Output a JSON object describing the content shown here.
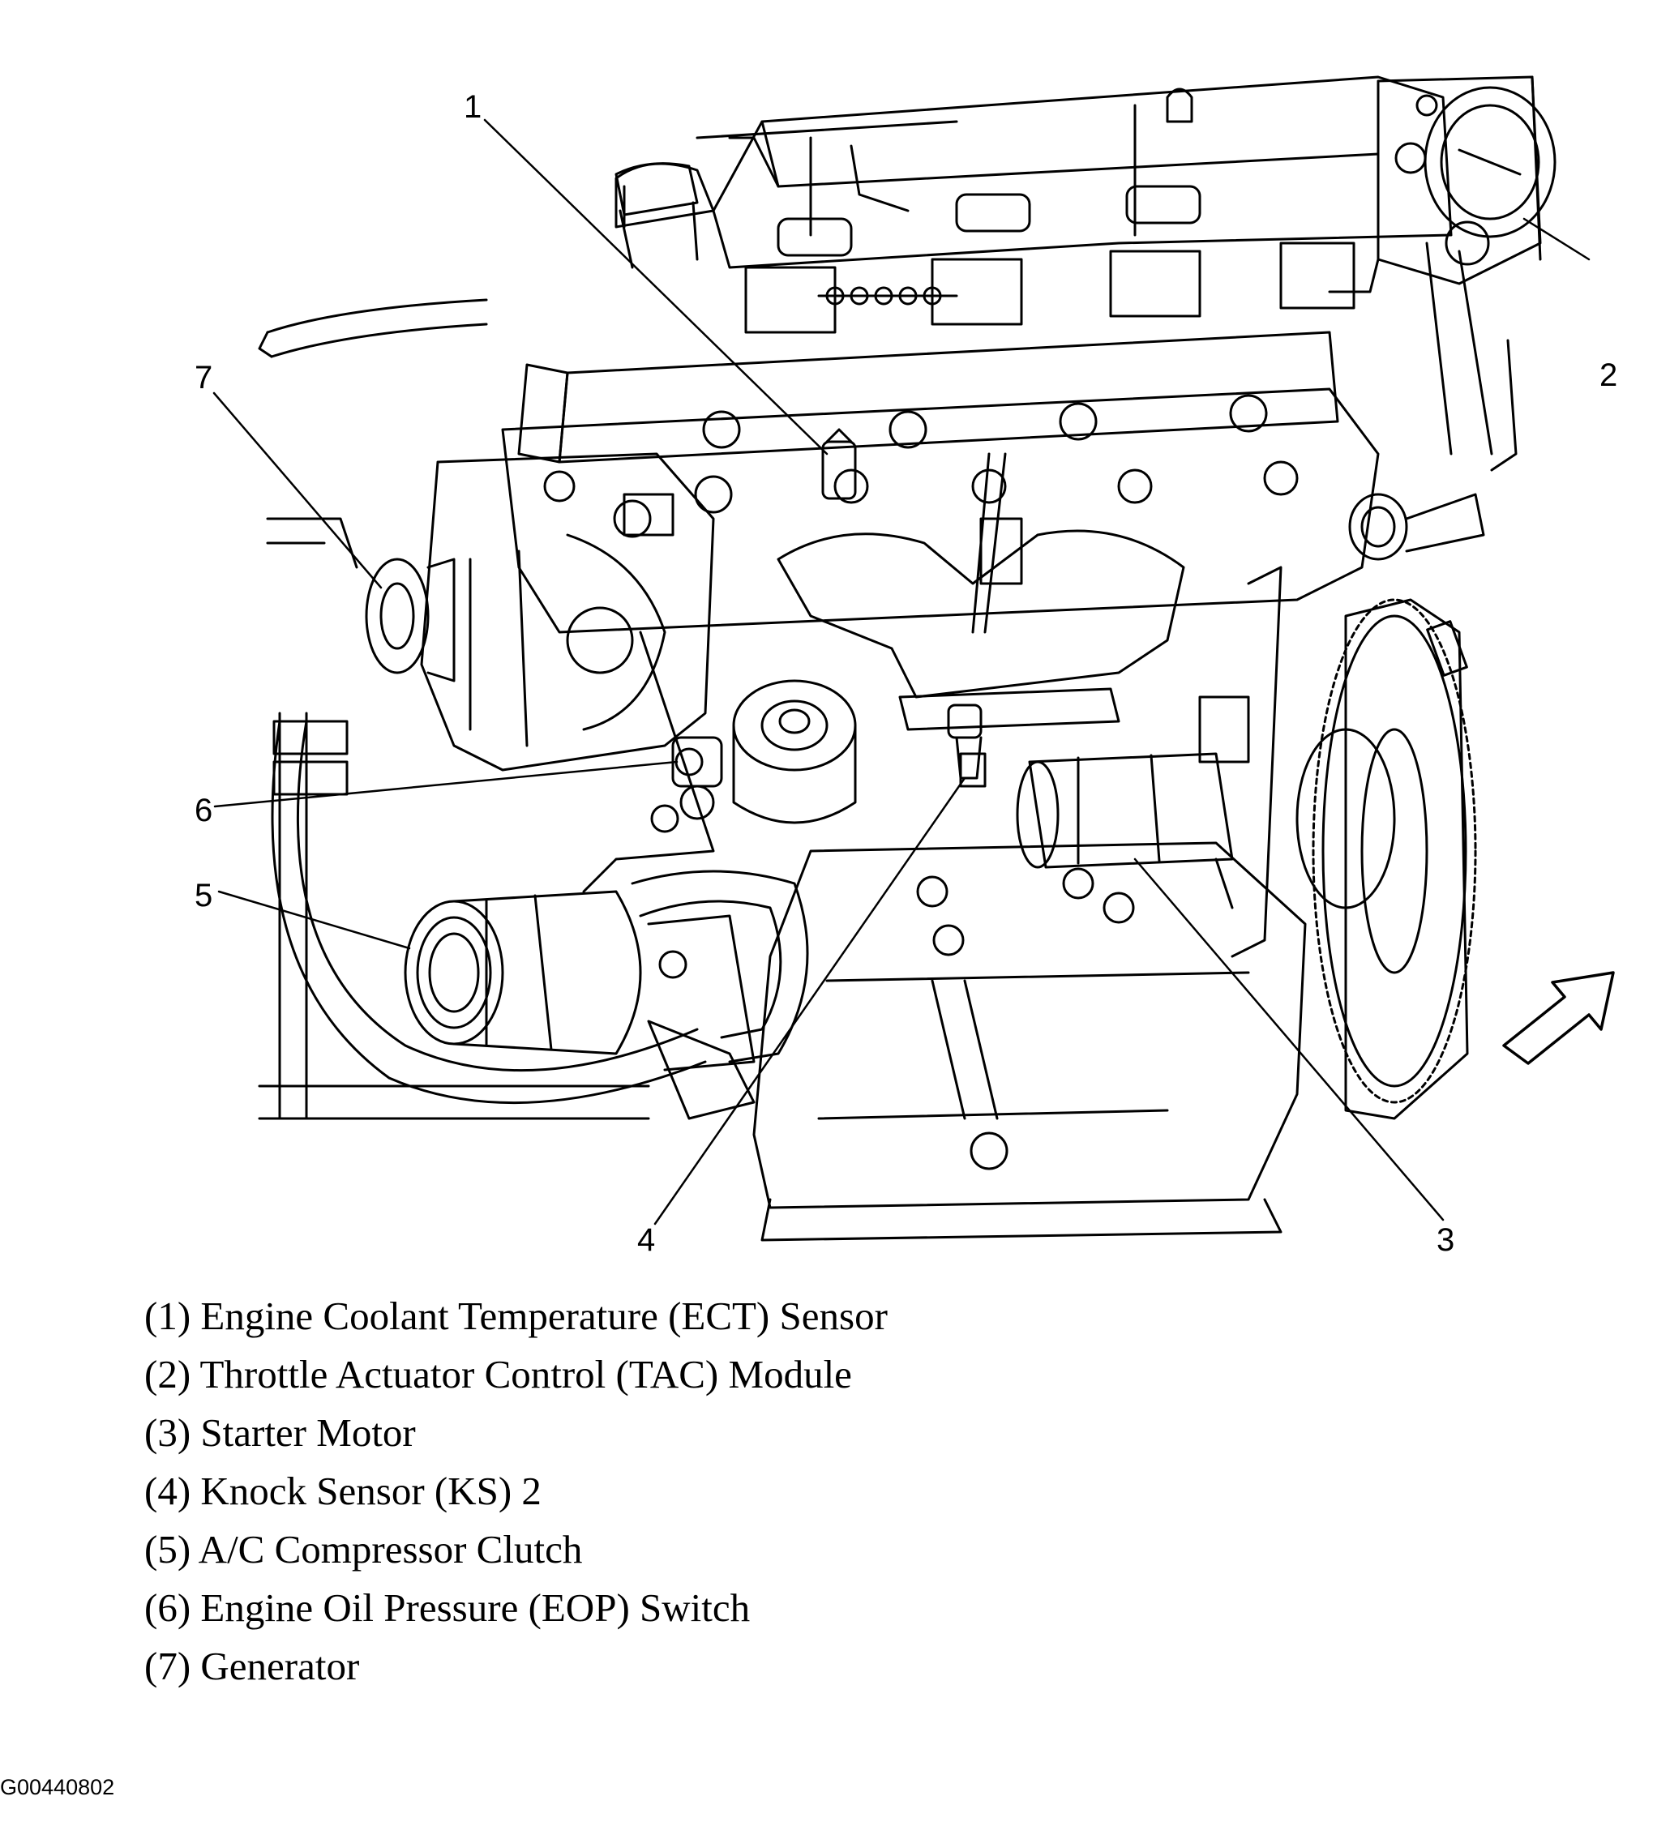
{
  "callouts": {
    "c1": "1",
    "c2": "2",
    "c3": "3",
    "c4": "4",
    "c5": "5",
    "c6": "6",
    "c7": "7"
  },
  "legend": [
    "(1) Engine Coolant Temperature (ECT) Sensor",
    "(2) Throttle Actuator Control (TAC) Module",
    "(3) Starter Motor",
    "(4) Knock Sensor (KS) 2",
    "(5) A/C Compressor Clutch",
    "(6) Engine Oil Pressure (EOP) Switch",
    "(7) Generator"
  ],
  "figure_id": "G00440802",
  "colors": {
    "ink": "#000000",
    "paper": "#ffffff"
  },
  "icons": {
    "view_direction": "arrow-down-left-icon"
  }
}
